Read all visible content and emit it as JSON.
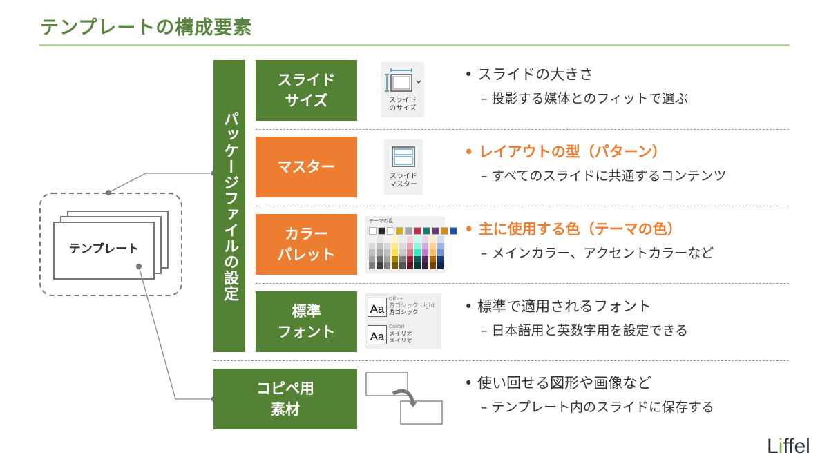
{
  "title": "テンプレートの構成要素",
  "template_box": {
    "label": "テンプレート"
  },
  "package_bar": {
    "label": "パッケージファイルの設定"
  },
  "rows": [
    {
      "category": "スライド\nサイズ",
      "category_color": "#548235",
      "icon": {
        "name": "slide-size-icon",
        "label": "スライド\nのサイズ"
      },
      "bullet": "スライドの大きさ",
      "bullet_accent": false,
      "sub": "– 投影する媒体とのフィットで選ぶ"
    },
    {
      "category": "マスター",
      "category_color": "#ed7d31",
      "icon": {
        "name": "slide-master-icon",
        "label": "スライド\nマスター"
      },
      "bullet": "レイアウトの型（パターン）",
      "bullet_accent": true,
      "sub": "– すべてのスライドに共通するコンテンツ"
    },
    {
      "category": "カラー\nパレット",
      "category_color": "#ed7d31",
      "icon": {
        "name": "theme-colors-palette",
        "label": "テーマの色",
        "top_row": [
          "#ffffff",
          "#262626",
          "#ffffff",
          "#d4b106",
          "#a5a5a5",
          "#c0304a",
          "#0f7b6c",
          "#6c3a7a",
          "#e0890a",
          "#1e4b9a"
        ]
      },
      "bullet": "主に使用する色（テーマの色）",
      "bullet_accent": true,
      "sub": "– メインカラー、アクセントカラーなど"
    },
    {
      "category": "標準\nフォント",
      "category_color": "#548235",
      "icon": {
        "name": "theme-fonts-panel",
        "fonts": [
          {
            "sample": "Aa",
            "group": "Office",
            "heading": "游ゴシック Light",
            "body": "游ゴシック"
          },
          {
            "sample": "Aa",
            "group": "Calibri",
            "heading": "メイリオ",
            "body": "メイリオ"
          }
        ]
      },
      "bullet": "標準で適用されるフォント",
      "bullet_accent": false,
      "sub": "– 日本語用と英数字用を設定できる"
    },
    {
      "category": "コピペ用\n素材",
      "category_color": "#548235",
      "icon": {
        "name": "copy-paste-icon"
      },
      "bullet": "使い回せる図形や画像など",
      "bullet_accent": false,
      "sub": "– テンプレート内のスライドに保存する"
    }
  ],
  "bullet_glyph": "•",
  "colors": {
    "green": "#548235",
    "orange": "#ed7d31",
    "title": "#5b8642",
    "rule": "#b9d3a5"
  },
  "logo": {
    "text_pre": "L",
    "text_i": "i",
    "text_post": "ffel"
  }
}
